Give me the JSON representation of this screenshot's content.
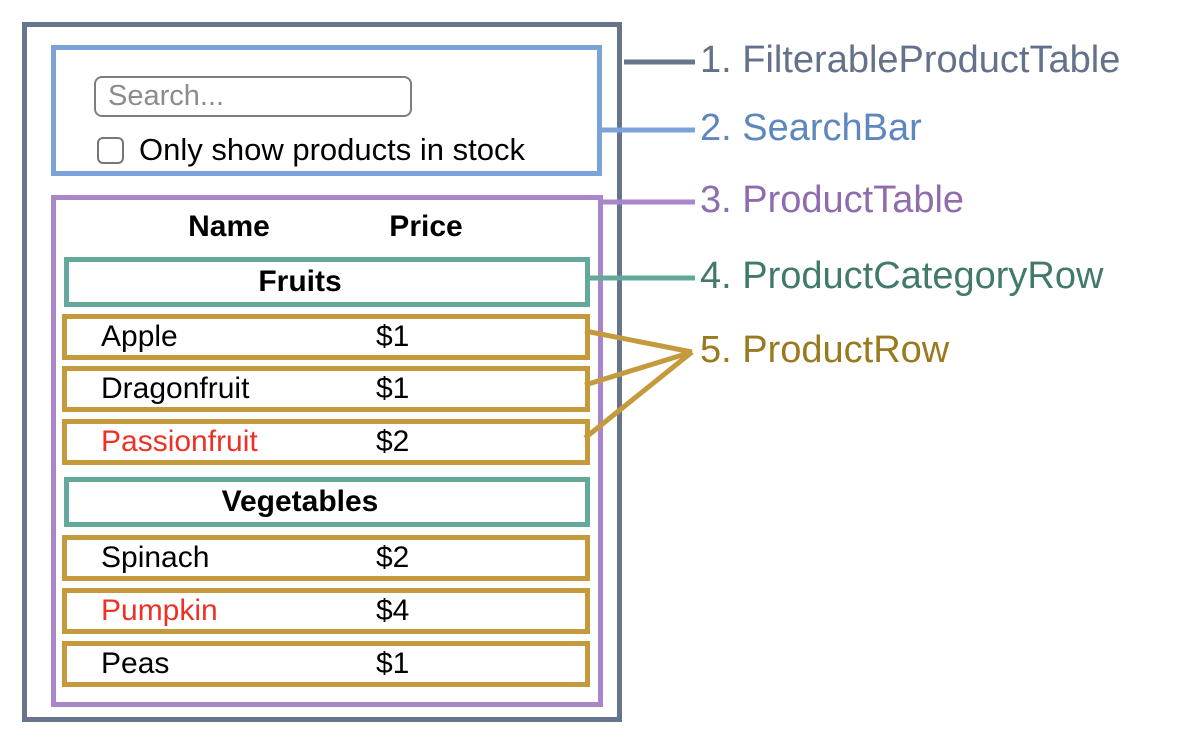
{
  "search_bar": {
    "input_placeholder": "Search...",
    "checkbox_label": "Only show products in stock"
  },
  "table": {
    "headers": {
      "name": "Name",
      "price": "Price"
    },
    "sections": [
      {
        "category": "Fruits",
        "rows": [
          {
            "name": "Apple",
            "price": "$1",
            "highlighted": false
          },
          {
            "name": "Dragonfruit",
            "price": "$1",
            "highlighted": false
          },
          {
            "name": "Passionfruit",
            "price": "$2",
            "highlighted": true
          }
        ]
      },
      {
        "category": "Vegetables",
        "rows": [
          {
            "name": "Spinach",
            "price": "$2",
            "highlighted": false
          },
          {
            "name": "Pumpkin",
            "price": "$4",
            "highlighted": true
          },
          {
            "name": "Peas",
            "price": "$1",
            "highlighted": false
          }
        ]
      }
    ]
  },
  "legend": [
    {
      "text": "1. FilterableProductTable",
      "color": "#64718a"
    },
    {
      "text": "2. SearchBar",
      "color": "#5d87bd"
    },
    {
      "text": "3. ProductTable",
      "color": "#8f6cae"
    },
    {
      "text": "4. ProductCategoryRow",
      "color": "#41796c"
    },
    {
      "text": "5. ProductRow",
      "color": "#997a1e"
    }
  ],
  "colors": {
    "outer_border": "#67748e",
    "search_bar_border": "#7ba3d9",
    "product_table_border": "#a886c9",
    "category_row_border": "#63a89a",
    "product_row_border": "#c49a3c",
    "highlighted_text": "#ee3124"
  }
}
